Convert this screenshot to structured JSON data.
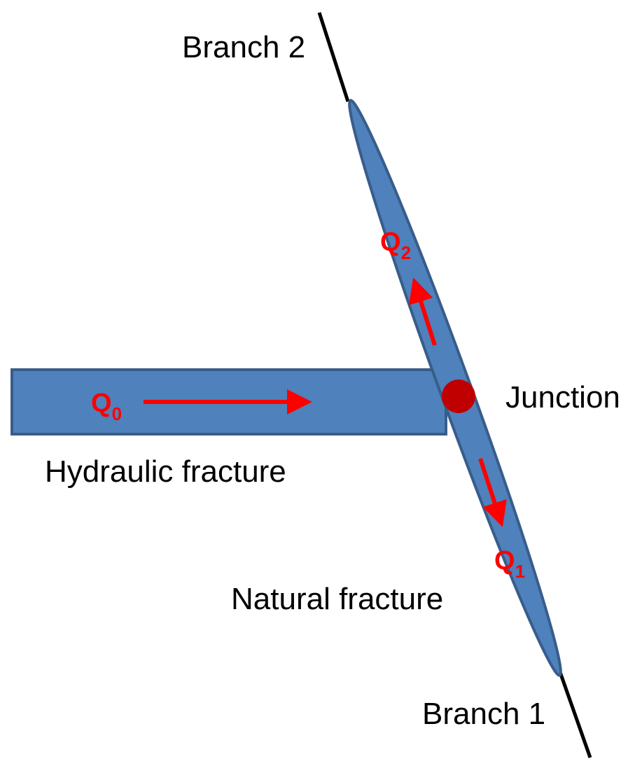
{
  "labels": {
    "branch2": "Branch 2",
    "branch1": "Branch 1",
    "junction": "Junction",
    "hydraulic_fracture": "Hydraulic fracture",
    "natural_fracture": "Natural fracture"
  },
  "flows": {
    "q0": {
      "symbol": "Q",
      "subscript": "0"
    },
    "q1": {
      "symbol": "Q",
      "subscript": "1"
    },
    "q2": {
      "symbol": "Q",
      "subscript": "2"
    }
  },
  "colors": {
    "fracture_fill": "#4f81bd",
    "fracture_stroke": "#385d8a",
    "flow": "#ff0000",
    "junction": "#c00000",
    "branch_line": "#000000"
  }
}
